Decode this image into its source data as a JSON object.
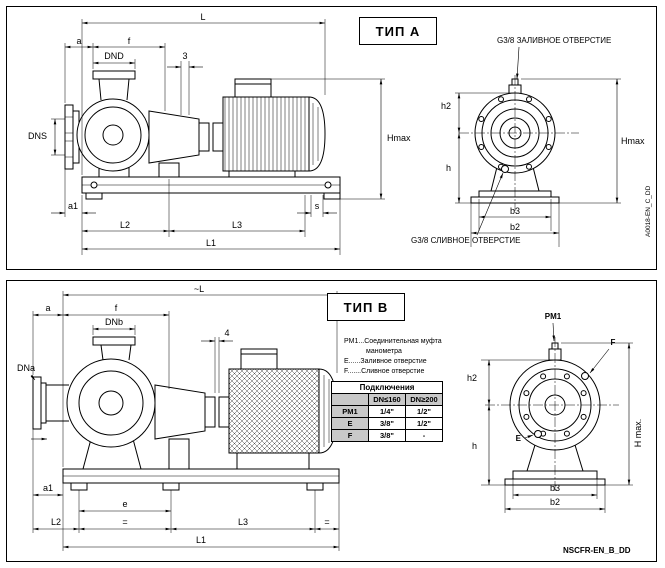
{
  "panel_a": {
    "title": "ТИП A",
    "code": "A0018-EN_C_DD",
    "notes": {
      "fill": "G3/8 ЗАЛИВНОЕ ОТВЕРСТИЕ",
      "drain": "G3/8 СЛИВНОЕ ОТВЕРСТИЕ"
    },
    "dims": {
      "L": "L",
      "a": "a",
      "f": "f",
      "dnd": "DND",
      "gap3": "3",
      "dns": "DNS",
      "hmax_side": "Hmax",
      "a1": "a1",
      "s": "s",
      "l2": "L2",
      "l3": "L3",
      "l1": "L1",
      "h2": "h2",
      "h": "h",
      "hmax_end": "Hmax",
      "b3": "b3",
      "b2": "b2"
    }
  },
  "panel_b": {
    "title": "ТИП B",
    "code": "NSCFR-EN_B_DD",
    "legend": {
      "line1": "PM1...Соединительная муфта",
      "line2": "манометра",
      "line3": "E......Заливное отверстие",
      "line4": "F.......Сливное отверстие"
    },
    "table": {
      "title": "Подключения",
      "corner": "",
      "col1": "DN≤160",
      "col2": "DN≥200",
      "rows": [
        {
          "name": "PM1",
          "v1": "1/4\"",
          "v2": "1/2\""
        },
        {
          "name": "E",
          "v1": "3/8\"",
          "v2": "1/2\""
        },
        {
          "name": "F",
          "v1": "3/8\"",
          "v2": "-"
        }
      ]
    },
    "dims": {
      "L": "~L",
      "a": "a",
      "f": "f",
      "dnb": "DNb",
      "gap4": "4",
      "dna": "DNa",
      "a1": "a1",
      "e": "e",
      "l2": "L2",
      "eq1": "=",
      "l3": "L3",
      "eq2": "=",
      "l1": "L1",
      "pm1": "PM1",
      "F": "F",
      "E": "E",
      "h2": "h2",
      "h": "h",
      "hmax": "H max.",
      "b3": "b3",
      "b2": "b2"
    }
  }
}
